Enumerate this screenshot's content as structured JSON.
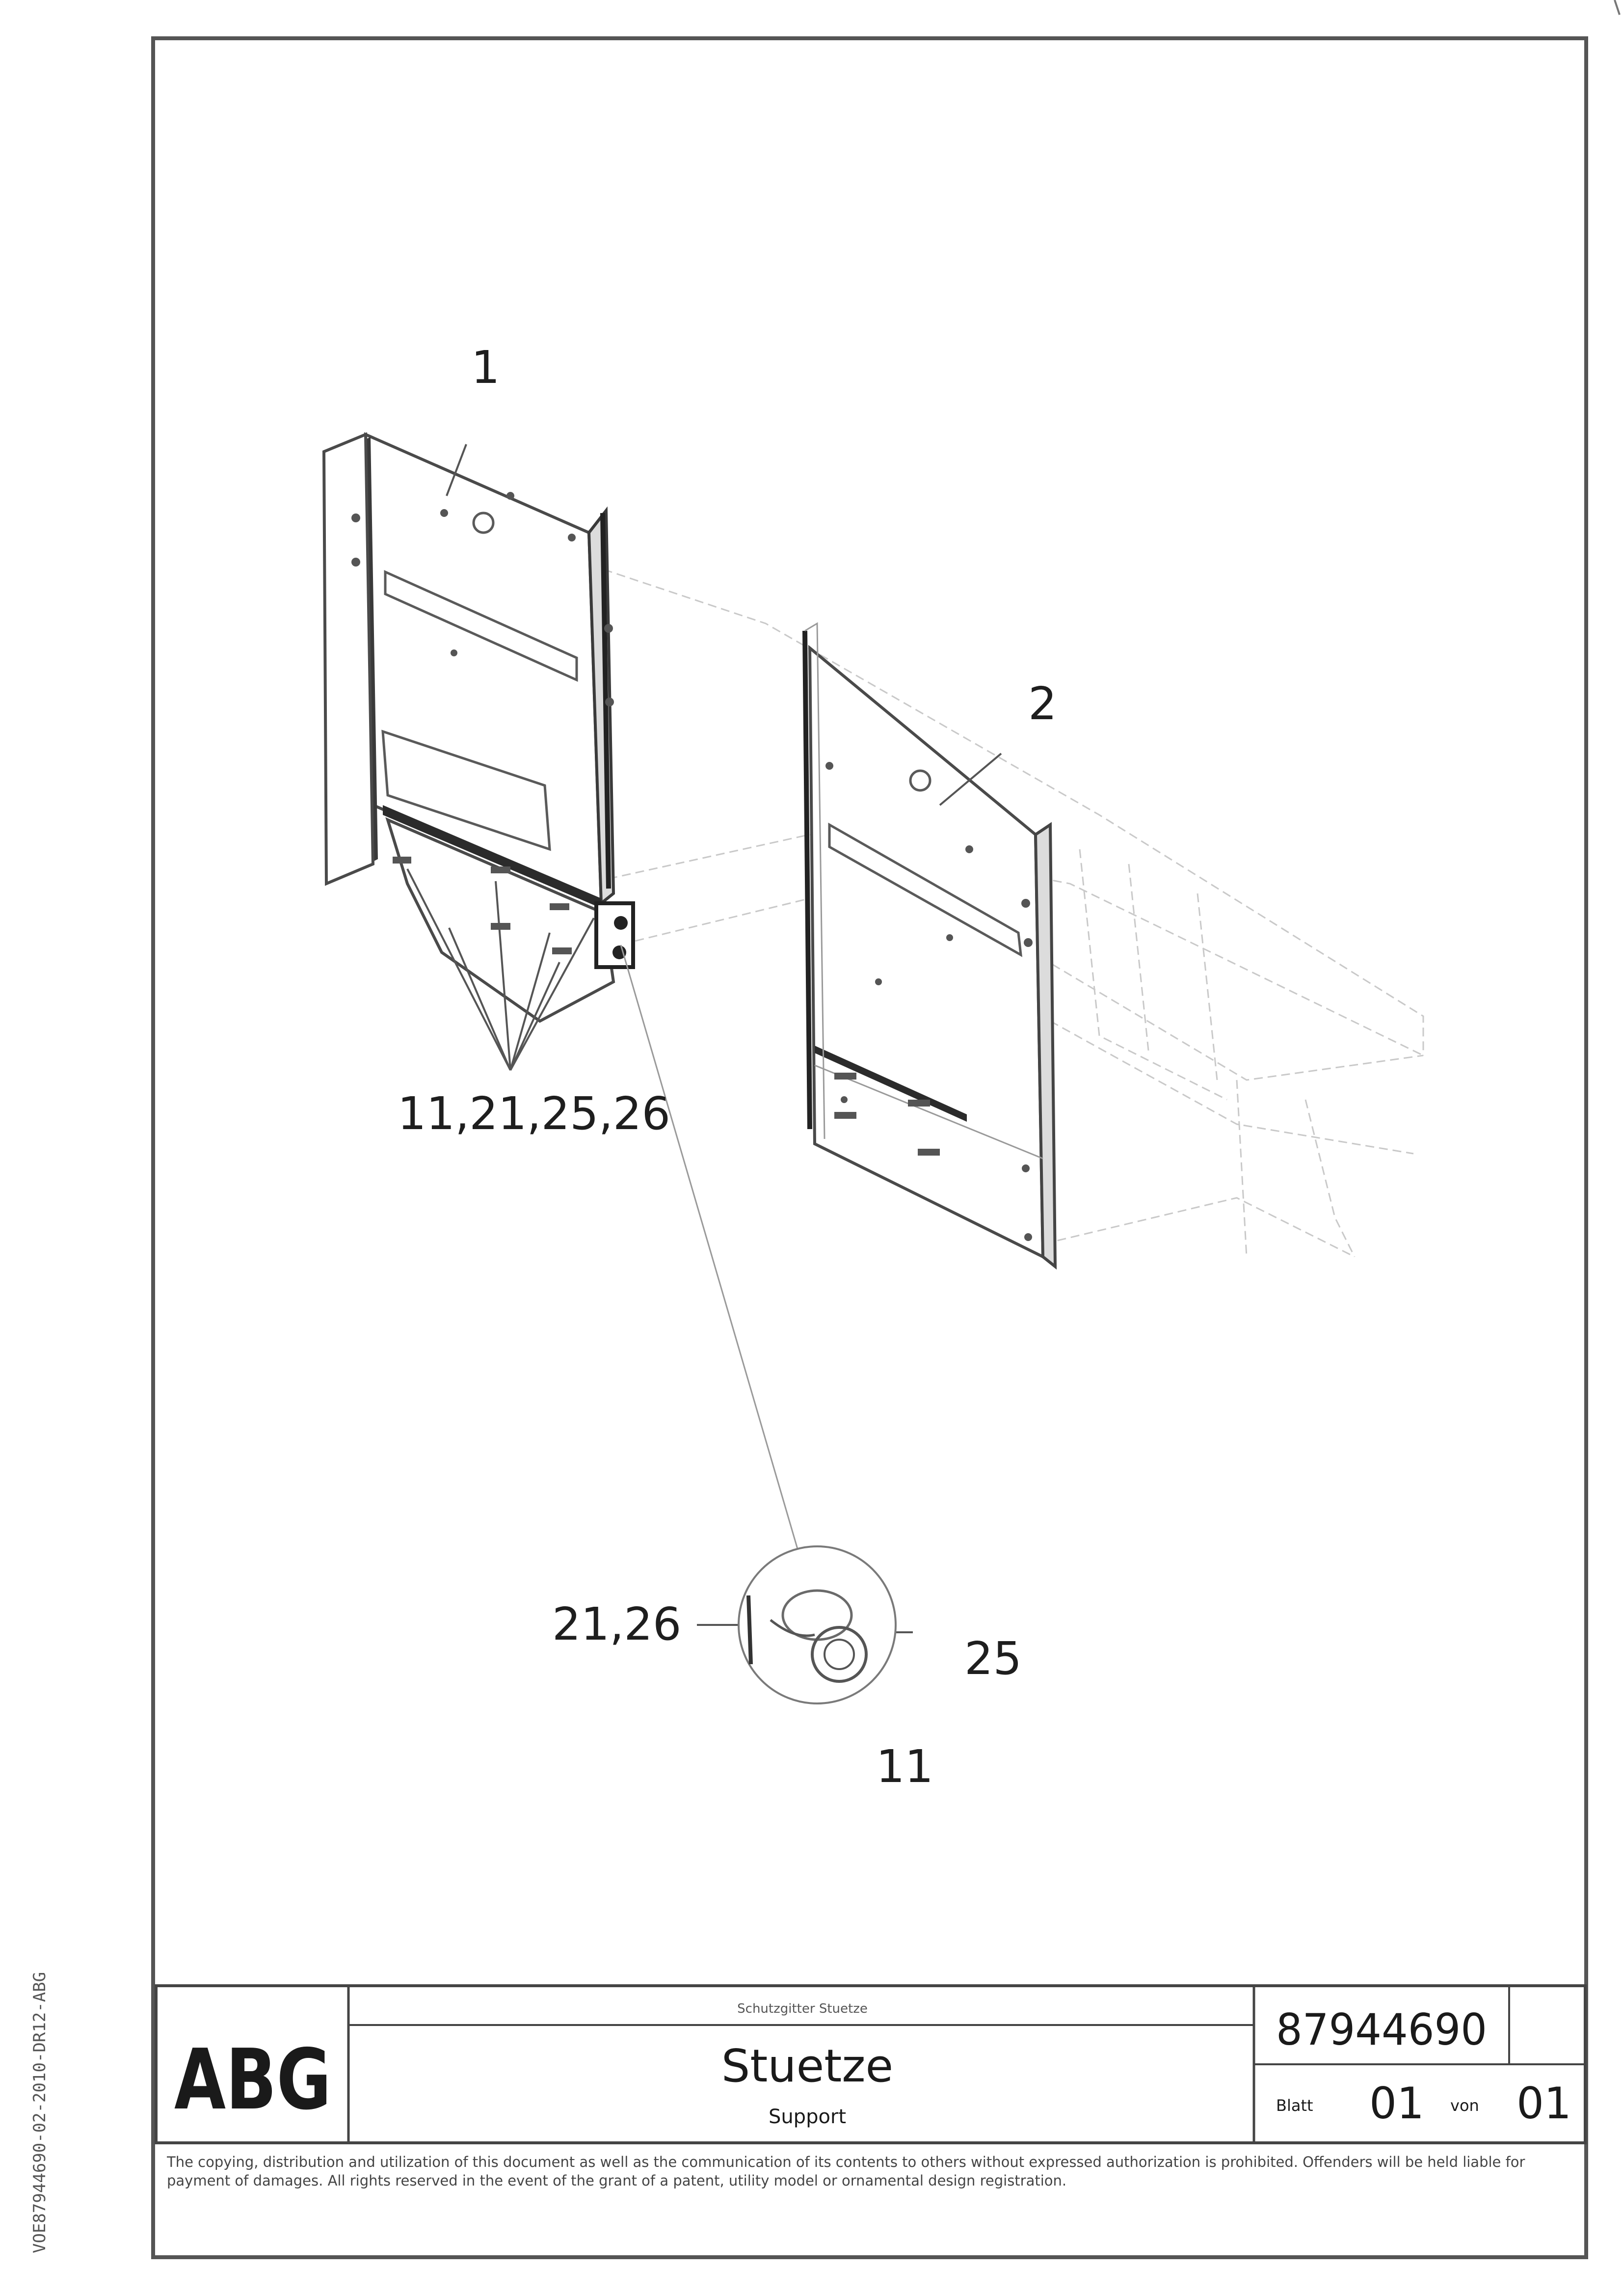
{
  "drawing": {
    "callouts": {
      "part_1": "1",
      "part_2": "2",
      "group_label": "11,21,25,26",
      "detail_left": "21,26",
      "detail_right": "25",
      "detail_bottom": "11"
    }
  },
  "title_block": {
    "logo": "ABG",
    "header_small": "Schutzgitter Stuetze",
    "title_de": "Stuetze",
    "title_en": "Support",
    "drawing_number": "87944690",
    "sheet_label": "Blatt",
    "sheet_number": "01",
    "of_label": "von",
    "sheet_total": "01"
  },
  "copyright_notice": "The copying, distribution and utilization of this document as well as the communication of its contents to others without expressed authorization is prohibited. Offenders will be held liable for payment of damages. All rights reserved in the event of the grant of a patent, utility model or ornamental design registration.",
  "side_code": "VOE87944690-02-2010-DR12-ABG"
}
